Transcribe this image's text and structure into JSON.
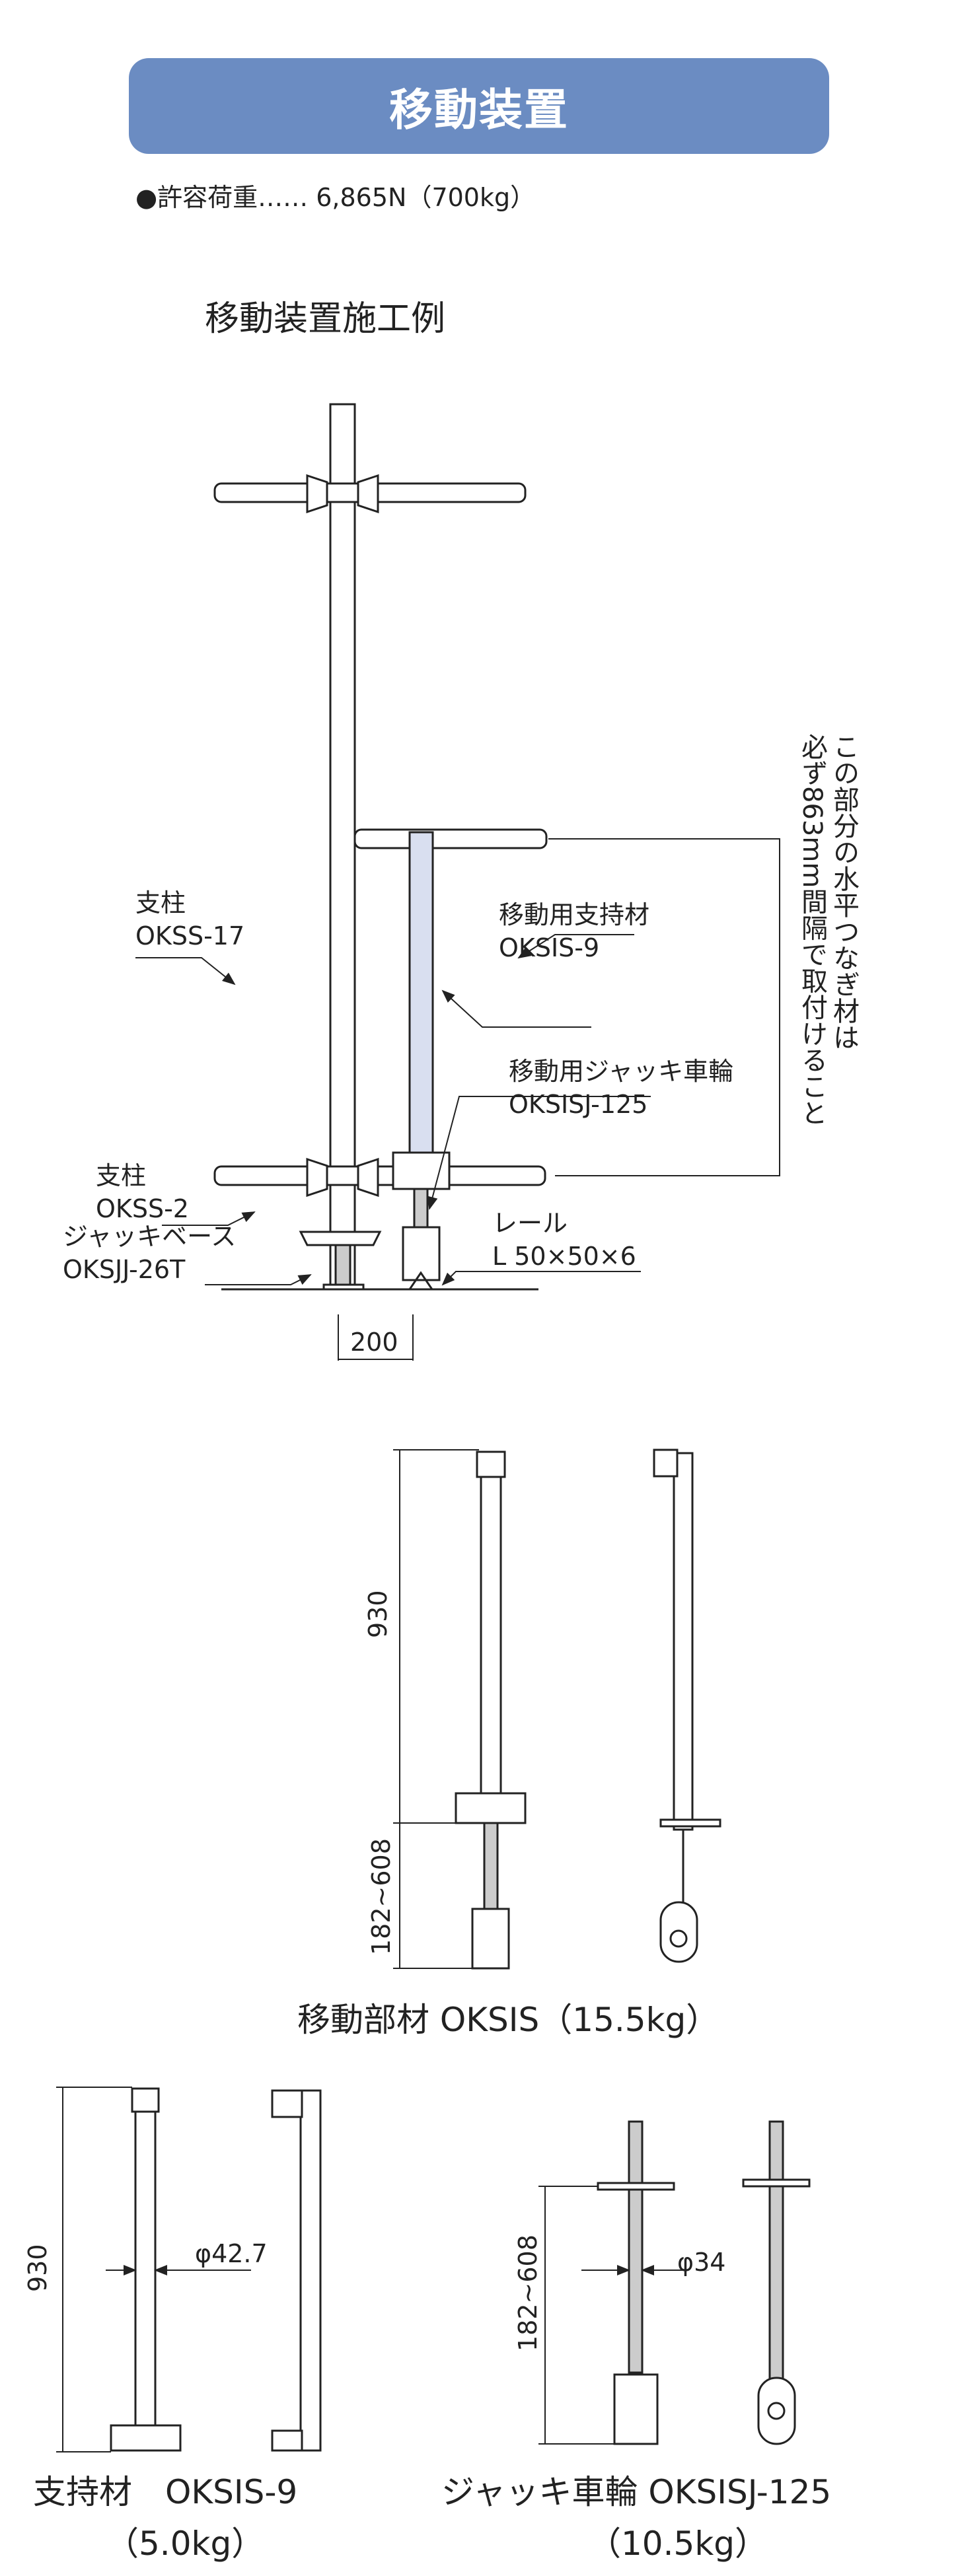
{
  "header": {
    "title": "移動装置"
  },
  "spec": {
    "text": "●許容荷重…… 6,865N（700kg）"
  },
  "example": {
    "title": "移動装置施工例",
    "labels": {
      "post17_name": "支柱",
      "post17_code": "OKSS-17",
      "support_name": "移動用支持材",
      "support_code": "OKSIS-9",
      "wheel_name": "移動用ジャッキ車輪",
      "wheel_code": "OKSISJ-125",
      "post2_name": "支柱",
      "post2_code": "OKSS-2",
      "jackbase_name": "ジャッキベース",
      "jackbase_code": "OKSJJ-26T",
      "rail_name": "レール",
      "rail_code": "L 50×50×6",
      "dim_200": "200"
    },
    "note_line1": "この部分の水平つなぎ材は",
    "note_line2": "必ず863mm間隔で取付けること"
  },
  "parts": {
    "oksis": {
      "caption": "移動部材 OKSIS（15.5kg）",
      "dim_length": "930",
      "dim_range": "182~608"
    },
    "oksis9": {
      "caption": "支持材　OKSIS-9",
      "weight": "（5.0kg）",
      "dim_length": "930",
      "diameter": "φ42.7"
    },
    "oksisj": {
      "caption": "ジャッキ車輪 OKSISJ-125",
      "weight": "（10.5kg）",
      "dim_range": "182~608",
      "diameter": "φ34"
    }
  },
  "colors": {
    "header": "#6b8cc2",
    "support_fill": "#d9dff0"
  }
}
